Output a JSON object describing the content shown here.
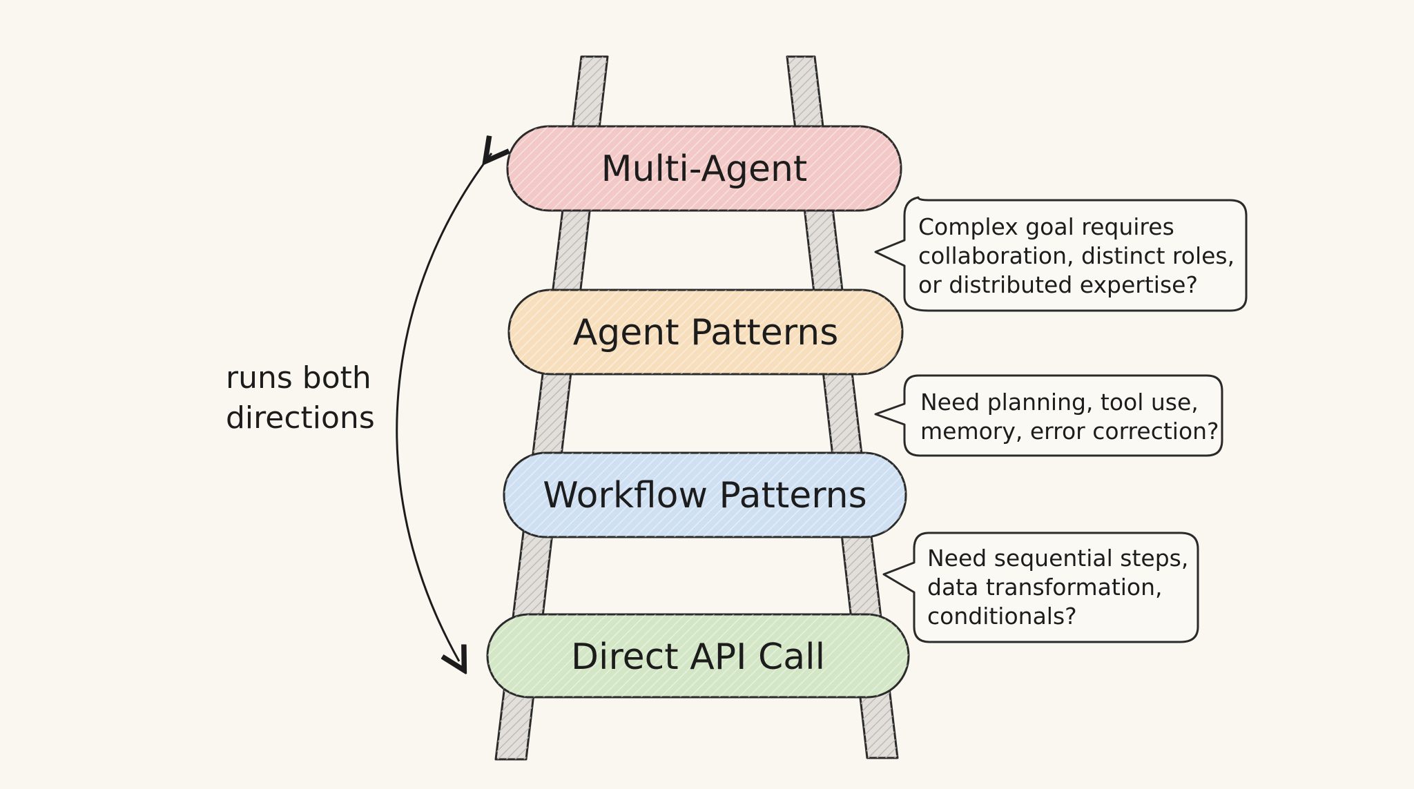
{
  "colors": {
    "background": "#faf7f0",
    "ink": "#1c1c1c",
    "rail_fill": "#d9d6d1",
    "multi_agent": "#f2c9c7",
    "agent_patterns": "#f7dfbd",
    "workflow_patterns": "#cfe0f3",
    "direct_api_call": "#d3e6c5"
  },
  "rungs": [
    {
      "id": "multi-agent",
      "label": "Multi-Agent",
      "color": "#f2c9c7"
    },
    {
      "id": "agent-patterns",
      "label": "Agent Patterns",
      "color": "#f7dfbd"
    },
    {
      "id": "workflow-patterns",
      "label": "Workflow Patterns",
      "color": "#cfe0f3"
    },
    {
      "id": "direct-api-call",
      "label": "Direct API Call",
      "color": "#d3e6c5"
    }
  ],
  "bubbles": [
    {
      "id": "bubble-multi-agent",
      "lines": [
        "Complex goal requires",
        "collaboration, distinct roles,",
        "or distributed expertise?"
      ]
    },
    {
      "id": "bubble-agent",
      "lines": [
        "Need planning, tool use,",
        "memory, error correction?"
      ]
    },
    {
      "id": "bubble-workflow",
      "lines": [
        "Need sequential steps,",
        "data transformation,",
        "conditionals?"
      ]
    }
  ],
  "side_label": {
    "lines": [
      "runs both",
      "directions"
    ]
  }
}
